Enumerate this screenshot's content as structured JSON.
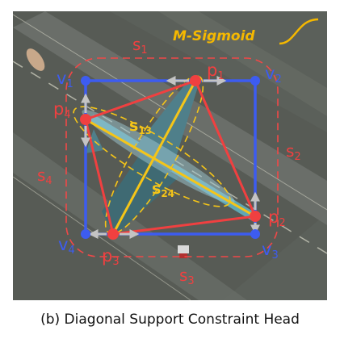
{
  "figure": {
    "vertex_labels": {
      "v1": "v",
      "v1_sub": "1",
      "v2": "v",
      "v2_sub": "2",
      "v3": "v",
      "v3_sub": "3",
      "v4": "v",
      "v4_sub": "4"
    },
    "point_labels": {
      "p1": "p",
      "p1_sub": "1",
      "p2": "p",
      "p2_sub": "2",
      "p3": "p",
      "p3_sub": "3",
      "p4": "p",
      "p4_sub": "4"
    },
    "side_labels": {
      "s1": "s",
      "s1_sub": "1",
      "s2": "s",
      "s2_sub": "2",
      "s3": "s",
      "s3_sub": "3",
      "s4": "s",
      "s4_sub": "4"
    },
    "diagonal_labels": {
      "s13": "s",
      "s13_sub": "13",
      "s24": "s",
      "s24_sub": "24"
    },
    "msigmoid_label": "M-Sigmoid",
    "colors": {
      "box": "#3d5cf0",
      "quad": "#f04040",
      "diagonal": "#f5c518",
      "arrow": "#b8b8b8",
      "ground": "#5a5f58"
    }
  },
  "caption": "(b) Diagonal Support Constraint Head"
}
